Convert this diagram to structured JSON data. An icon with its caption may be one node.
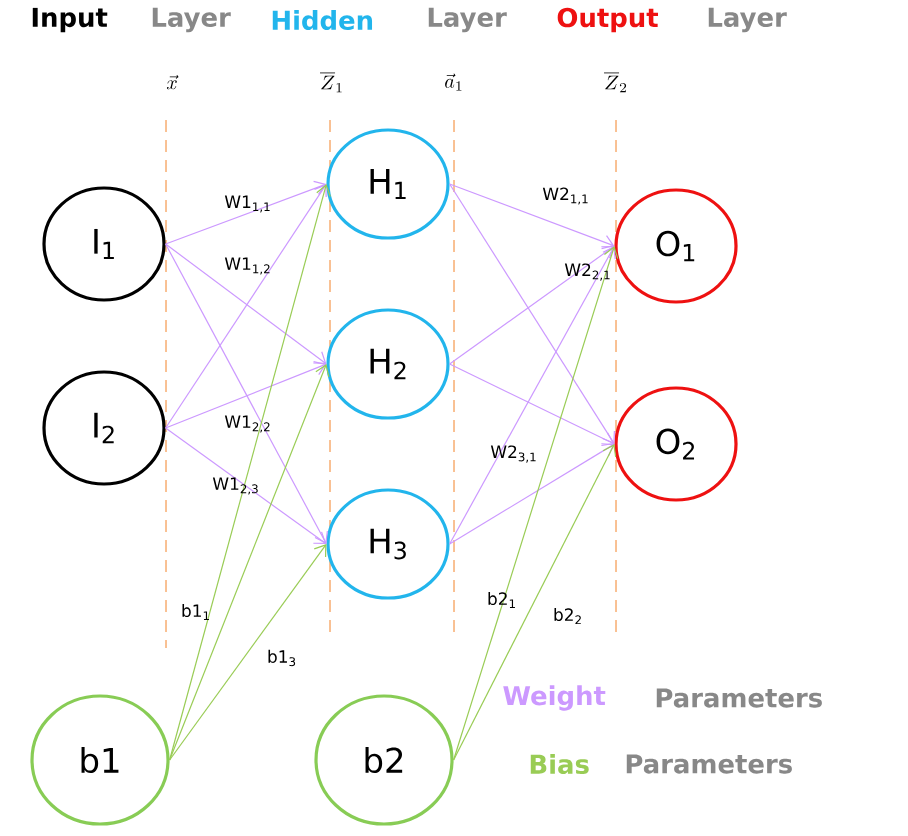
{
  "diagram": {
    "nodes": [
      {
        "text": [
          "I$_{1}$"
        ]
      },
      {
        "text": [
          "I$_{2}$"
        ]
      },
      {
        "text": [
          "H$_{1}$"
        ]
      },
      {
        "text": [
          "H$_{2}$"
        ]
      },
      {
        "text": [
          "H$_{3}$"
        ]
      },
      {
        "text": [
          "O$_{1}$"
        ]
      },
      {
        "text": [
          "O$_{2}$"
        ]
      },
      {
        "text": [
          "b1"
        ]
      },
      {
        "text": [
          "b2"
        ]
      }
    ],
    "edges": [
      {
        "from": 0,
        "to": 2,
        "arrow": "to",
        "label": "W1$_{1,1}$"
      },
      {
        "from": 0,
        "to": 3,
        "arrow": "to",
        "label": "W1$_{1,2}$"
      },
      {
        "from": 0,
        "to": 4,
        "arrow": "to"
      },
      {
        "from": 1,
        "to": 2,
        "arrow": "to"
      },
      {
        "from": 1,
        "to": 3,
        "arrow": "to",
        "label": "W1$_{2,2}$"
      },
      {
        "from": 1,
        "to": 4,
        "arrow": "to",
        "label": "W1$_{2,3}$"
      },
      {
        "from": 2,
        "to": 5,
        "arrow": "to",
        "label": "W2$_{1,1}$"
      },
      {
        "from": 2,
        "to": 6,
        "arrow": "to"
      },
      {
        "from": 3,
        "to": 5,
        "arrow": "to",
        "label": "W2$_{2,1}$"
      },
      {
        "from": 3,
        "to": 6,
        "arrow": "to"
      },
      {
        "from": 4,
        "to": 5,
        "arrow": "to",
        "label": "W2$_{3,1}$"
      },
      {
        "from": 4,
        "to": 6,
        "arrow": "to"
      },
      {
        "from": 7,
        "to": 2,
        "arrow": "to",
        "label": "b1$_{1}$",
        "color": "#99cc55"
      },
      {
        "from": 7,
        "to": 3,
        "arrow": "to",
        "color": "#99cc55"
      },
      {
        "from": 7,
        "to": 4,
        "arrow": "to",
        "label": "b1$_{3}$",
        "color": "#99cc55"
      },
      {
        "from": 8,
        "to": 5,
        "arrow": "to",
        "label": "b2$_{1}$",
        "color": "#99cc55"
      },
      {
        "from": 8,
        "to": 6,
        "arrow": "to",
        "label": "b2$_{2}$",
        "color": "#99cc55"
      }
    ],
    "labels": [
      "Input",
      "Layer",
      "Hidden",
      "Layer",
      "Output",
      "Layer",
      "\\vec{x}",
      "\\overline{Z}_{1}",
      "\\vec{a}_{1}",
      "\\overline{Z}_{2}",
      "Weight",
      "Parameters",
      "Bias",
      "Parameters"
    ]
  }
}
